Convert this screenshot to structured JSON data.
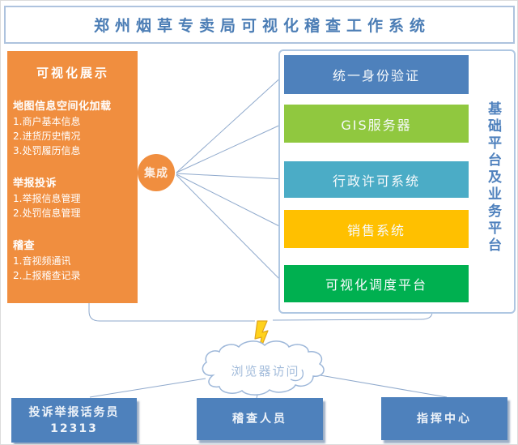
{
  "title": "郑州烟草专卖局可视化稽查工作系统",
  "left_panel": {
    "title": "可视化展示",
    "sections": [
      {
        "header": "地图信息空间化加载",
        "items": [
          "1.商户基本信息",
          "2.进货历史情况",
          "3.处罚履历信息"
        ]
      },
      {
        "header": "举报投诉",
        "items": [
          "1.举报信息管理",
          "2.处罚信息管理"
        ]
      },
      {
        "header": "稽查",
        "items": [
          "1.音视频通讯",
          "2.上报稽查记录"
        ]
      }
    ]
  },
  "integration_node": {
    "label": "集成"
  },
  "right_panel": {
    "side_label": "基础平台及业务平台",
    "systems": [
      {
        "label": "统一身份验证",
        "color": "#4e81bc"
      },
      {
        "label": "GIS服务器",
        "color": "#90c83f"
      },
      {
        "label": "行政许可系统",
        "color": "#4bacc6"
      },
      {
        "label": "销售系统",
        "color": "#ffc000"
      },
      {
        "label": "可视化调度平台",
        "color": "#00b050"
      }
    ]
  },
  "cloud": {
    "label": "浏览器访问"
  },
  "bottom_nodes": [
    {
      "label": "投诉举报话务员",
      "sublabel": "12313"
    },
    {
      "label": "稽查人员"
    },
    {
      "label": "指挥中心"
    }
  ],
  "icons": {
    "bolt": "lightning-bolt",
    "cloud": "network-cloud"
  },
  "colors": {
    "accent_orange": "#f08e3f",
    "accent_blue": "#4e81bc",
    "title_blue": "#4b7db5",
    "border_blue": "#afc7e2",
    "connector_blue": "#8fa9cc",
    "bolt_yellow": "#ffd21c",
    "cloud_text": "#a3bcdb"
  }
}
